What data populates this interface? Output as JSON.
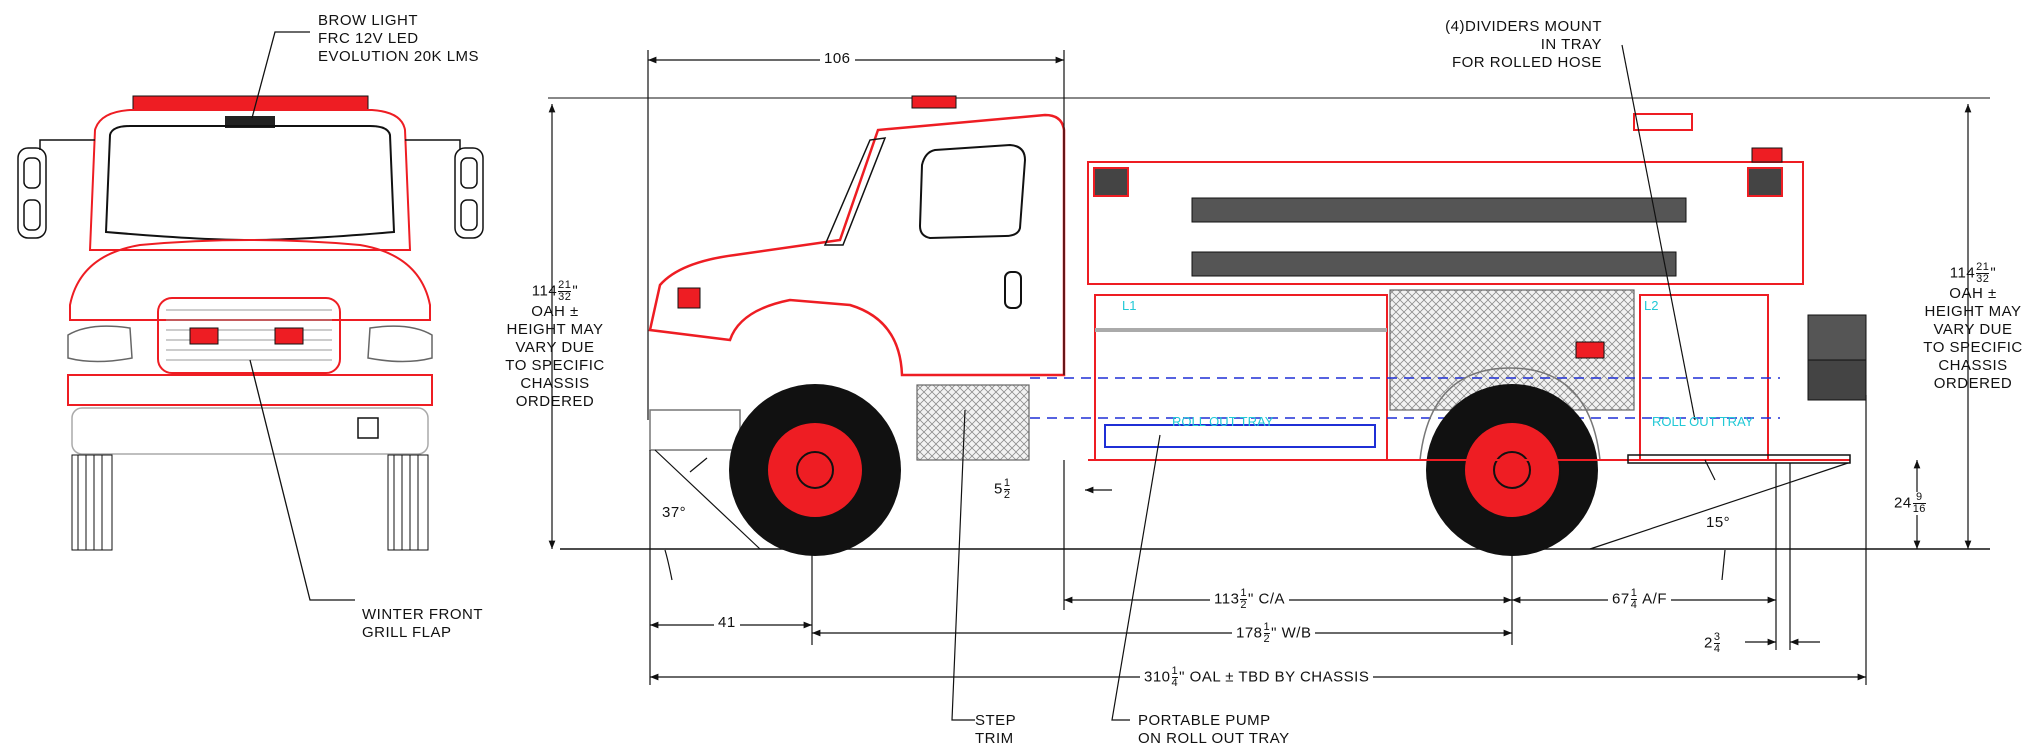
{
  "notes": {
    "brow_light": [
      "BROW LIGHT",
      "FRC 12V LED",
      "EVOLUTION 20K LMS"
    ],
    "winter_flap": [
      "WINTER FRONT",
      "GRILL FLAP"
    ],
    "dividers": [
      "(4)DIVIDERS MOUNT",
      "IN TRAY",
      "FOR ROLLED HOSE"
    ],
    "step_trim": [
      "STEP",
      "TRIM"
    ],
    "portable_pump": [
      "PORTABLE PUMP",
      "ON ROLL OUT TRAY"
    ],
    "height_note": [
      "OAH ±",
      "HEIGHT MAY",
      "VARY DUE",
      "TO SPECIFIC",
      "CHASSIS",
      "ORDERED"
    ]
  },
  "dimensions": {
    "cab_length": "106",
    "oah_whole": "114",
    "oah_num": "21",
    "oah_den": "32",
    "oah_unit": "\"",
    "step_whole": "5",
    "step_num": "1",
    "step_den": "2",
    "approach_angle": "37°",
    "departure_angle": "15°",
    "front_overhang": "41",
    "ca_whole": "113",
    "ca_num": "1",
    "ca_den": "2",
    "ca_suffix": "\" C/A",
    "af_whole": "67",
    "af_num": "1",
    "af_den": "4",
    "af_suffix": " A/F",
    "wb_whole": "178",
    "wb_num": "1",
    "wb_den": "2",
    "wb_suffix": "\" W/B",
    "rear_whole": "2",
    "rear_num": "3",
    "rear_den": "4",
    "oal_whole": "310",
    "oal_num": "1",
    "oal_den": "4",
    "oal_suffix": "\" OAL ± TBD BY CHASSIS",
    "bed_whole": "24",
    "bed_num": "9",
    "bed_den": "16"
  },
  "compartments": {
    "left": "L1",
    "right": "L2",
    "tray_left": "ROLL OUT TRAY",
    "tray_right": "ROLL OUT TRAY"
  },
  "colors": {
    "body_red": "#ee1d23",
    "line": "#111111",
    "gray": "#7a7a7a",
    "blue_dash": "#1f2fd6",
    "cyan": "#21c9d6"
  }
}
